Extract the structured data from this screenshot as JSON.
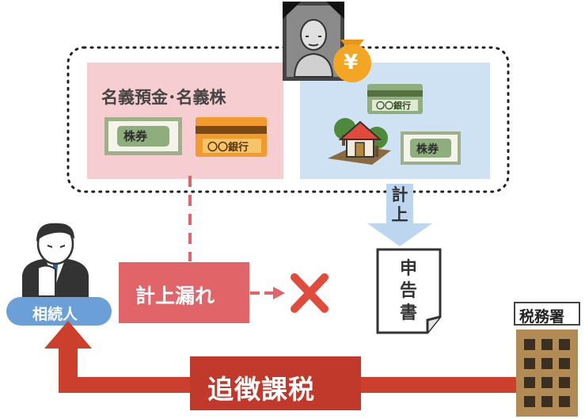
{
  "left_box": {
    "title": "名義預金･名義株",
    "stock_label": "株券",
    "bank_label": "〇〇銀行"
  },
  "right_box": {
    "bank_label": "〇〇銀行",
    "stock_label": "株券"
  },
  "money_bag": {
    "symbol": "¥"
  },
  "declare_arrow": {
    "chars": [
      "計",
      "上"
    ]
  },
  "omission_label": "計上漏れ",
  "return_doc": {
    "chars": [
      "申",
      "告",
      "書"
    ]
  },
  "heir_label": "相続人",
  "tax_office_label": "税務署",
  "penalty_label": "追徴課税",
  "colors": {
    "pink_box": "#f6cdd0",
    "blue_box": "#cfe2f3",
    "red_label": "#e06468",
    "dark_red": "#c0392b",
    "arrow_red": "#cc3f2c",
    "blue_pill": "#6a9fd8",
    "gold": "#f2a623",
    "green_note": "#8fae7e",
    "orange_card": "#f39a2c"
  }
}
